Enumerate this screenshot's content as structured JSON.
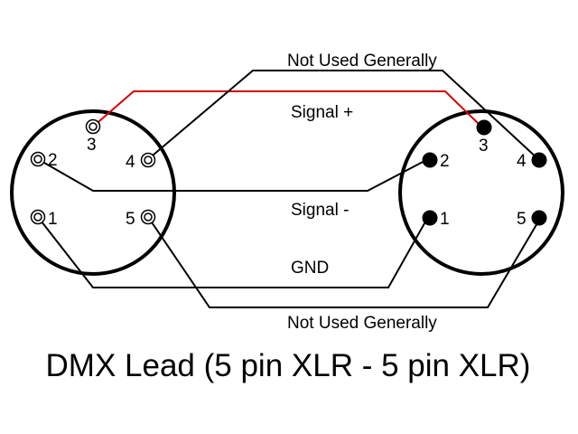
{
  "title": "DMX Lead (5 pin XLR - 5 pin XLR)",
  "wire_labels": {
    "not_used_top": "Not Used Generally",
    "signal_plus": "Signal +",
    "signal_minus": "Signal -",
    "gnd": "GND",
    "not_used_bottom": "Not Used Generally"
  },
  "left_connector": {
    "style": "female (open pins)",
    "pins": [
      "3",
      "2",
      "4",
      "1",
      "5"
    ]
  },
  "right_connector": {
    "style": "male (solid pins)",
    "pins": [
      "3",
      "2",
      "4",
      "1",
      "5"
    ]
  },
  "colors": {
    "signal_plus_wire": "#d40000",
    "other_wires": "#000000"
  }
}
